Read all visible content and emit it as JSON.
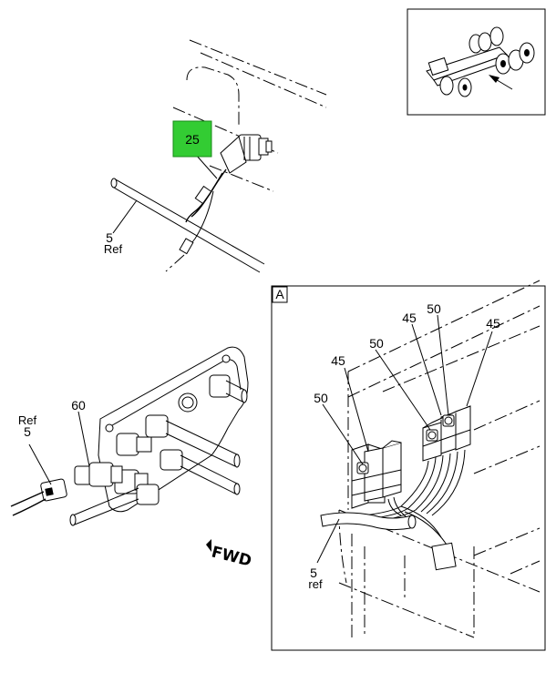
{
  "callouts": {
    "highlight": "25",
    "top_ref_number": "5",
    "top_ref_word": "Ref",
    "left_ref_word": "Ref",
    "left_ref_number": "5",
    "left_part": "60",
    "fwd": "FWD"
  },
  "detail": {
    "label": "A",
    "c_50_left": "50",
    "c_45_left": "45",
    "c_50_mid": "50",
    "c_45_mid": "45",
    "c_50_right": "50",
    "c_45_right": "45",
    "ref_number": "5",
    "ref_word": "ref"
  },
  "colors": {
    "highlight_fill": "#33cc33",
    "highlight_border": "#1a8a1a"
  }
}
